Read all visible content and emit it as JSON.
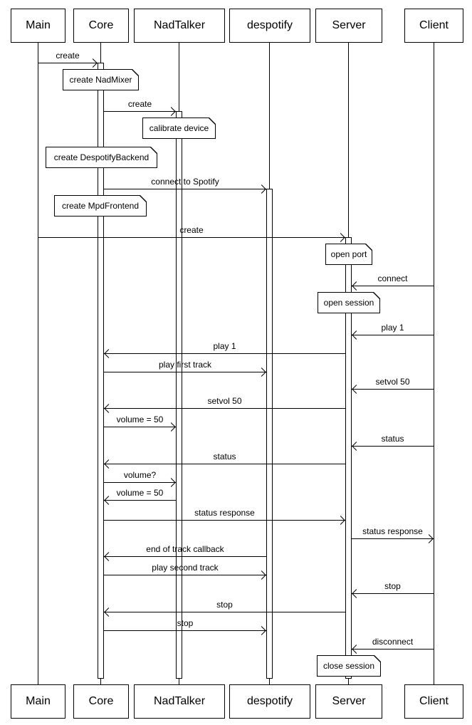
{
  "diagram": {
    "type": "uml-sequence-diagram",
    "colors": {
      "line": "#000000",
      "background": "#ffffff"
    },
    "participants": [
      {
        "label": "Main"
      },
      {
        "label": "Core"
      },
      {
        "label": "NadTalker"
      },
      {
        "label": "despotify"
      },
      {
        "label": "Server"
      },
      {
        "label": "Client"
      }
    ],
    "messages": [
      {
        "label": "create",
        "from": "Main",
        "to": "Core"
      },
      {
        "label": "create",
        "from": "Core",
        "to": "NadTalker"
      },
      {
        "label": "connect to Spotify",
        "from": "Core",
        "to": "despotify"
      },
      {
        "label": "create",
        "from": "Main",
        "to": "Server"
      },
      {
        "label": "connect",
        "from": "Client",
        "to": "Server"
      },
      {
        "label": "play 1",
        "from": "Client",
        "to": "Server"
      },
      {
        "label": "play 1",
        "from": "Server",
        "to": "Core"
      },
      {
        "label": "play first track",
        "from": "Core",
        "to": "despotify"
      },
      {
        "label": "setvol 50",
        "from": "Client",
        "to": "Server"
      },
      {
        "label": "setvol 50",
        "from": "Server",
        "to": "Core"
      },
      {
        "label": "volume = 50",
        "from": "Core",
        "to": "NadTalker"
      },
      {
        "label": "status",
        "from": "Client",
        "to": "Server"
      },
      {
        "label": "status",
        "from": "Server",
        "to": "Core"
      },
      {
        "label": "volume?",
        "from": "Core",
        "to": "NadTalker"
      },
      {
        "label": "volume = 50",
        "from": "NadTalker",
        "to": "Core"
      },
      {
        "label": "status response",
        "from": "Core",
        "to": "Server"
      },
      {
        "label": "status response",
        "from": "Server",
        "to": "Client"
      },
      {
        "label": "end of track callback",
        "from": "despotify",
        "to": "Core"
      },
      {
        "label": "play second track",
        "from": "Core",
        "to": "despotify"
      },
      {
        "label": "stop",
        "from": "Client",
        "to": "Server"
      },
      {
        "label": "stop",
        "from": "Server",
        "to": "Core"
      },
      {
        "label": "stop",
        "from": "Core",
        "to": "despotify"
      },
      {
        "label": "disconnect",
        "from": "Client",
        "to": "Server"
      }
    ],
    "notes": [
      {
        "label": "create NadMixer"
      },
      {
        "label": "calibrate device"
      },
      {
        "label": "create DespotifyBackend"
      },
      {
        "label": "create MpdFrontend"
      },
      {
        "label": "open port"
      },
      {
        "label": "open session"
      },
      {
        "label": "close session"
      }
    ]
  }
}
